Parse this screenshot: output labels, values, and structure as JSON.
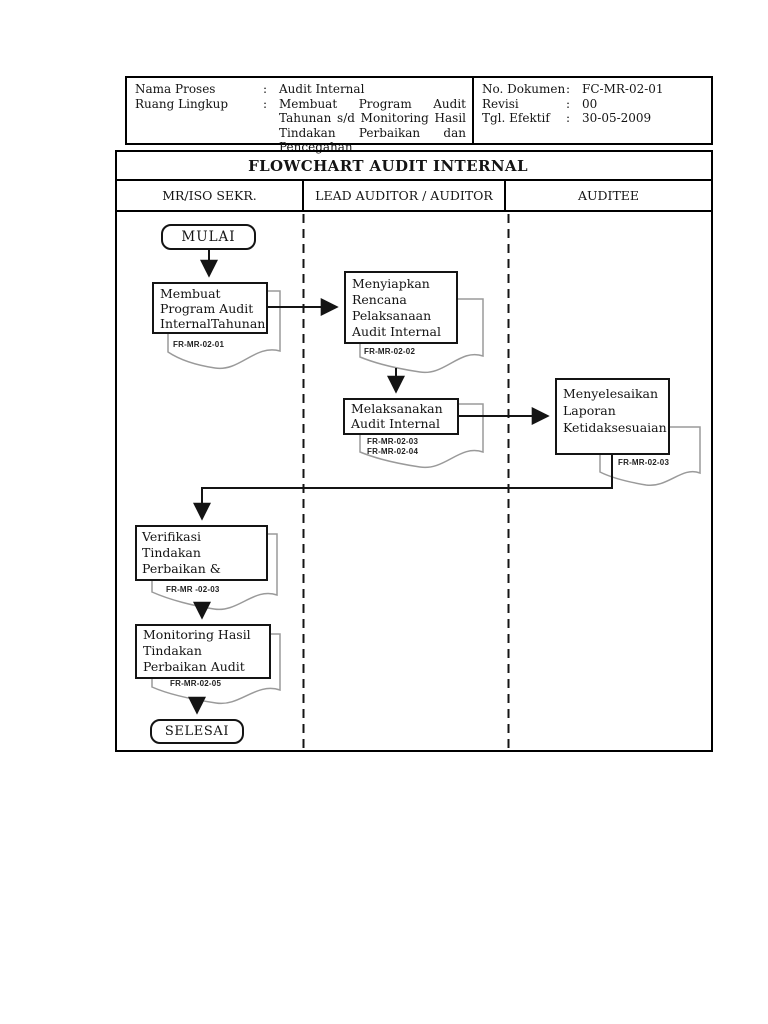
{
  "info": {
    "rows_left": [
      {
        "label": "Nama Proses",
        "colon": ":",
        "value": "Audit Internal"
      },
      {
        "label": "Ruang Lingkup",
        "colon": ":",
        "value": "Membuat Program Audit Tahunan s/d Monitoring Hasil Tindakan Perbaikan dan Pencegahan"
      }
    ],
    "rows_right": [
      {
        "label": "No. Dokumen",
        "colon": ":",
        "value": "FC-MR-02-01"
      },
      {
        "label": "Revisi",
        "colon": ":",
        "value": "00"
      },
      {
        "label": "Tgl. Efektif",
        "colon": ":",
        "value": "30-05-2009"
      }
    ]
  },
  "flowchart": {
    "title": "FLOWCHART AUDIT INTERNAL",
    "lanes": [
      {
        "label": "MR/ISO SEKR."
      },
      {
        "label": "LEAD AUDITOR / AUDITOR"
      },
      {
        "label": "AUDITEE"
      }
    ],
    "nodes": {
      "start": "MULAI",
      "membuat": "Membuat Program Audit InternalTahunan",
      "menyiapkan": "Menyiapkan Rencana Pelaksanaan Audit Internal",
      "melaksanakan": "Melaksanakan Audit Internal",
      "menyelesaikan": "Menyelesaikan Laporan Ketidaksesuaian",
      "verifikasi": "Verifikasi Tindakan Perbaikan & Pencegahan",
      "monitoring": "Monitoring Hasil Tindakan Perbaikan Audit Internal",
      "end": "SELESAI"
    },
    "docs": {
      "d1": "FR-MR-02-01",
      "d2": "FR-MR-02-02",
      "d3a": "FR-MR-02-03",
      "d3b": "FR-MR-02-04",
      "d4": "FR-MR-02-03",
      "d5": "FR-MR -02-03",
      "d6": "FR-MR-02-05"
    }
  },
  "colors": {
    "line": "#141414",
    "doc_outline": "#9a9a9a"
  }
}
